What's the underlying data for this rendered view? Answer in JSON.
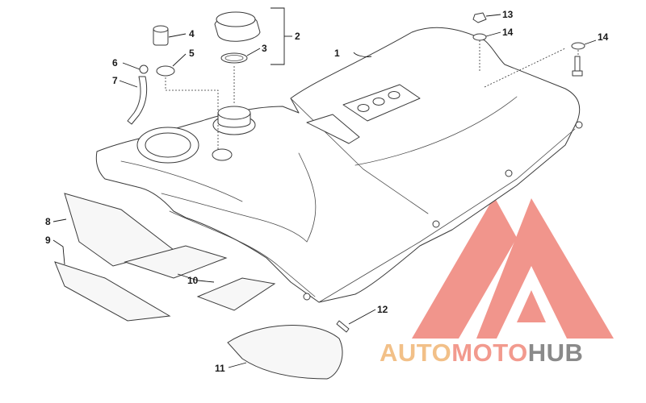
{
  "callouts": {
    "c1": "1",
    "c2": "2",
    "c3": "3",
    "c4": "4",
    "c5": "5",
    "c6": "6",
    "c7": "7",
    "c8": "8",
    "c9": "9",
    "c10": "10",
    "c11": "11",
    "c12": "12",
    "c13": "13",
    "c14a": "14",
    "c14b": "14"
  },
  "watermark": {
    "part1": "AUTO",
    "part2": "MOTO",
    "part3": "HUB",
    "color1": "#f2c088",
    "color2": "#f29a8e",
    "color3": "#8a8a8a",
    "logo_color": "#f08a80"
  }
}
